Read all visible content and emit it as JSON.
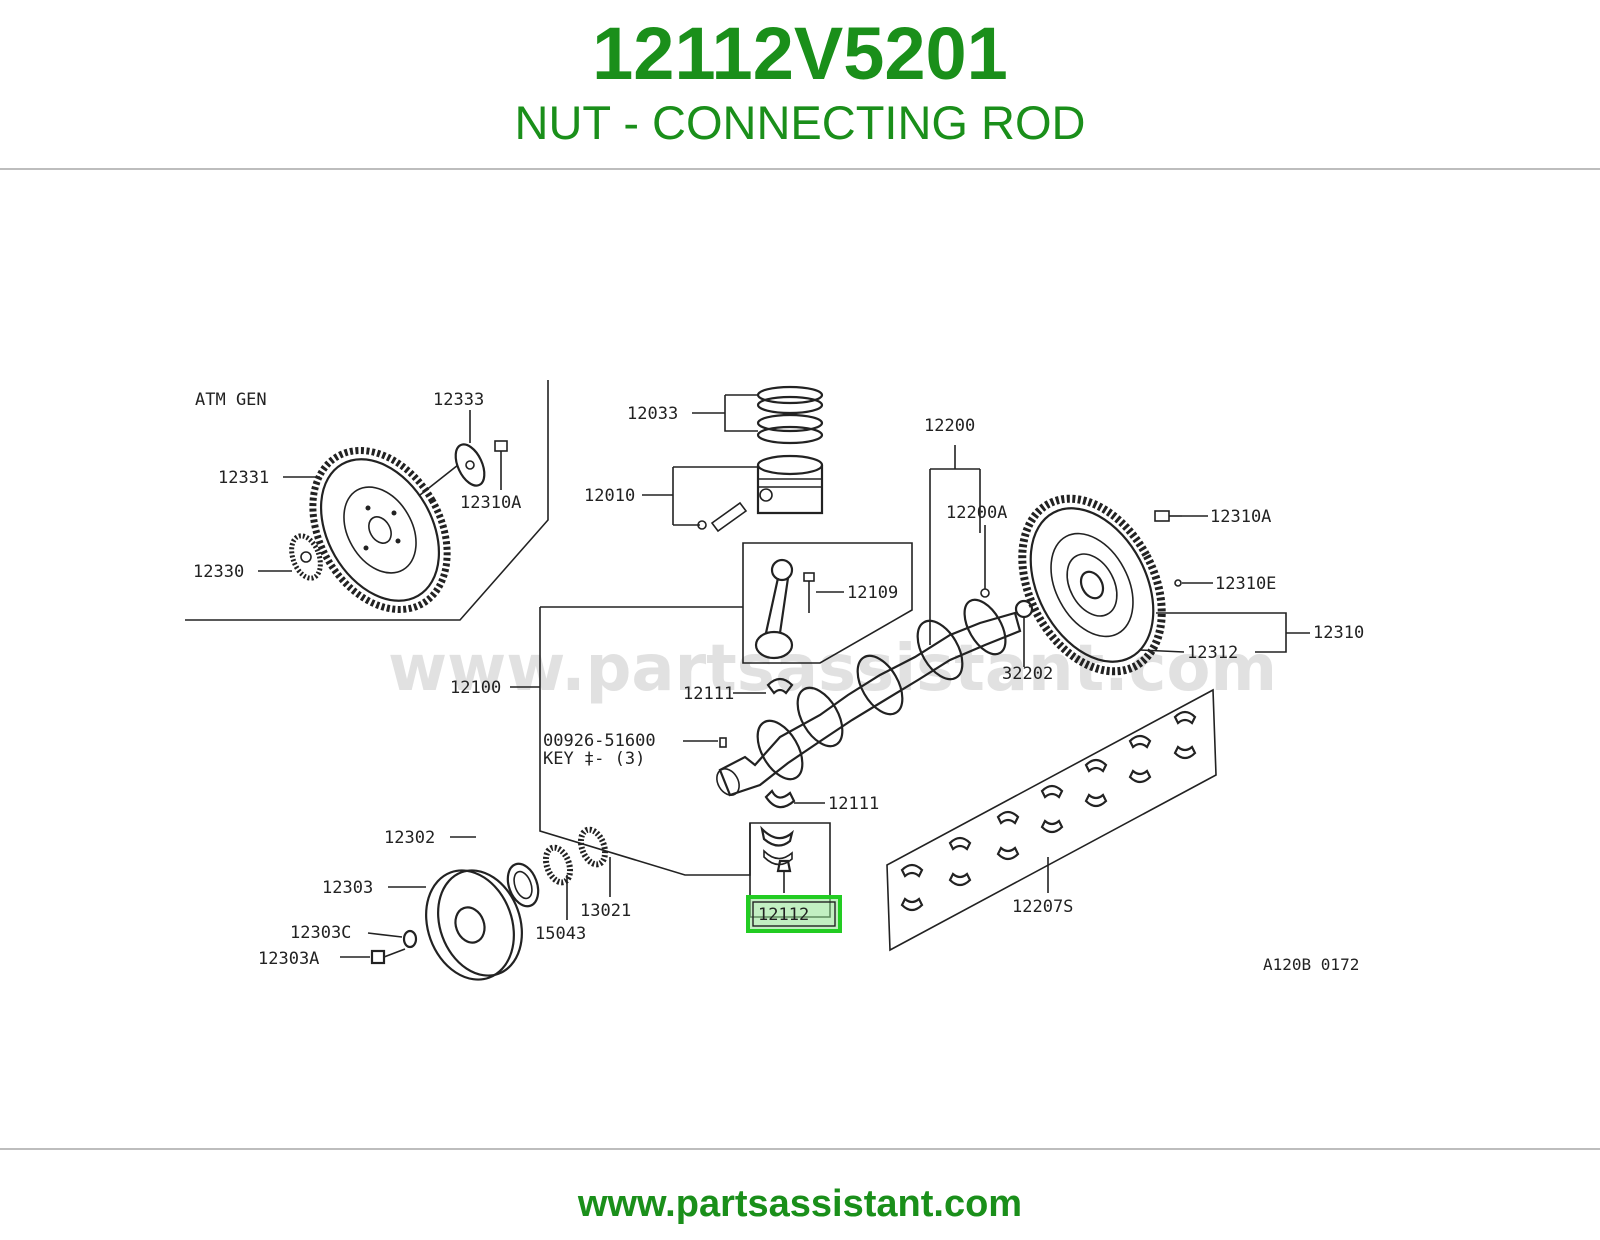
{
  "header": {
    "part_number": "12112V5201",
    "part_description": "NUT - CONNECTING ROD"
  },
  "diagram": {
    "inset_title": "ATM  GEN",
    "watermark": "www.partsassistant.com",
    "figure_code": "A120B 0172",
    "key_label": "KEY  ‡-  (3)",
    "highlighted_part": "12112",
    "callouts": [
      "12333",
      "12331",
      "12310A",
      "12330",
      "12033",
      "12010",
      "12200",
      "12200A",
      "12310A",
      "12310E",
      "12109",
      "12310",
      "12312",
      "12100",
      "32202",
      "12111",
      "00926-51600",
      "12111",
      "12302",
      "12303",
      "15043",
      "13021",
      "12303C",
      "12303A",
      "12207S"
    ],
    "colors": {
      "highlight": "#22cc22",
      "brand_green": "#1a8f1a"
    }
  },
  "footer": {
    "url": "www.partsassistant.com"
  }
}
